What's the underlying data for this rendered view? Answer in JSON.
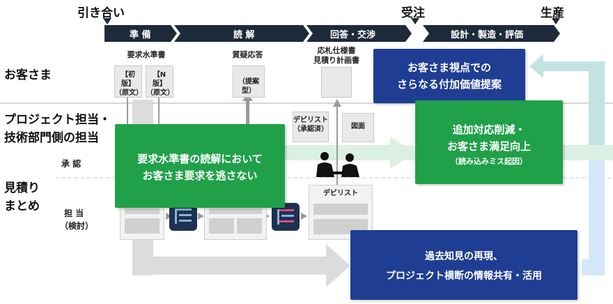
{
  "milestones": {
    "start": "引き合い",
    "order": "受注",
    "production": "生産"
  },
  "phases": [
    "準 備",
    "読 解",
    "回答・交渉",
    "設計・製造・評価"
  ],
  "roles": {
    "customer": "お客さま",
    "project_line1": "プロジェクト担当・",
    "project_line2": "技術部門側の担当",
    "estimate_line1": "見積り",
    "estimate_line2": "まとめ",
    "approval": "承 認",
    "staff_line1": "担 当",
    "staff_line2": "（検討）"
  },
  "documents": {
    "requirements_label": "要求水準書",
    "first_edition": "【初版】\n（原文）",
    "n_edition": "【N版】\n（原文）",
    "qa_label": "質疑応答",
    "proposal_type": "（提案型）",
    "response_label": "応札仕様書\n見積り計画書",
    "deviation_approved": "デビリスト\n（承認済）",
    "drawing": "図面",
    "deviation_list": "デビリスト"
  },
  "callouts": {
    "read_line1": "要求水準書の読解において",
    "read_line2": "お客さま要求を逃さない",
    "proposal_line1": "お客さま視点での",
    "proposal_line2": "さらなる付加価値提案",
    "reduction_line1": "追加対応削減・",
    "reduction_line2": "お客さま満足向上",
    "reduction_sub": "（読み込みミス起因）",
    "knowledge_line1": "過去知見の再現、",
    "knowledge_line2": "プロジェクト横断の情報共有・活用"
  },
  "colors": {
    "navy": "#1c2a3a",
    "green": "#21a04a",
    "blue": "#1f3e93",
    "light_green": "#d6eee0",
    "light_blue": "#d3e8f6",
    "gray": "#d8d8d8"
  }
}
